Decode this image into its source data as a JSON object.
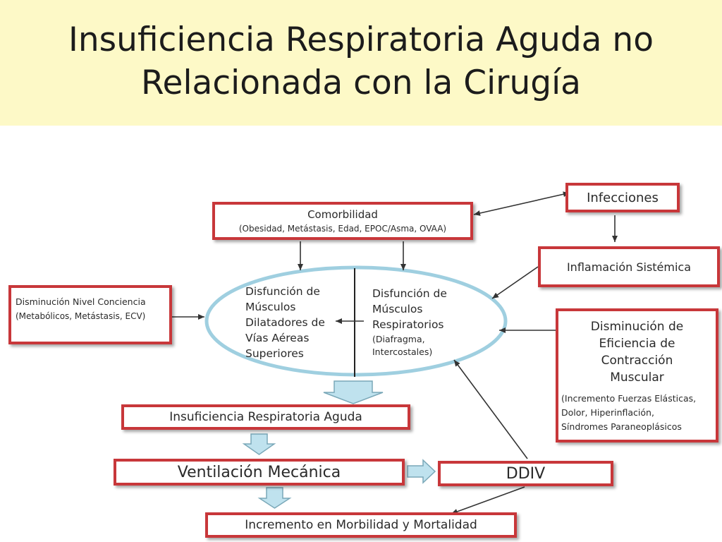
{
  "title": {
    "line1": "Insuficiencia Respiratoria Aguda no",
    "line2": "Relacionada con la Cirugía"
  },
  "diagram": {
    "infecciones": "Infecciones",
    "comorbilidad": {
      "title": "Comorbilidad",
      "detail": "(Obesidad, Metástasis, Edad, EPOC/Asma, OVAA)"
    },
    "conciencia": {
      "title": "Disminución Nivel Conciencia",
      "detail": "(Metabólicos, Metástasis, ECV)"
    },
    "inflamacion": "Inflamación Sistémica",
    "eficiencia": {
      "title_lines": [
        "Disminución de",
        "Eficiencia de",
        "Contracción",
        "Muscular"
      ],
      "detail_lines": [
        "(Incremento Fuerzas Elásticas,",
        "Dolor, Hiperinflación,",
        "Síndromes Paraneoplásicos"
      ]
    },
    "vias_aereas": {
      "lines": [
        "Disfunción de",
        "Músculos",
        "Dilatadores de",
        "Vías Aéreas",
        "Superiores"
      ]
    },
    "respiratorios": {
      "title_lines": [
        "Disfunción de",
        "Músculos",
        "Respiratorios"
      ],
      "detail_lines": [
        "(Diafragma,",
        "Intercostales)"
      ]
    },
    "ira": "Insuficiencia Respiratoria Aguda",
    "ventilacion": "Ventilación Mecánica",
    "ddiv": "DDIV",
    "incremento": "Incremento en Morbilidad y Mortalidad"
  },
  "colors": {
    "box_border": "#c8373a",
    "title_band": "#fdf9c7",
    "ellipse_stroke": "#9fcfe0",
    "block_arrow": "#bfe2ee"
  }
}
